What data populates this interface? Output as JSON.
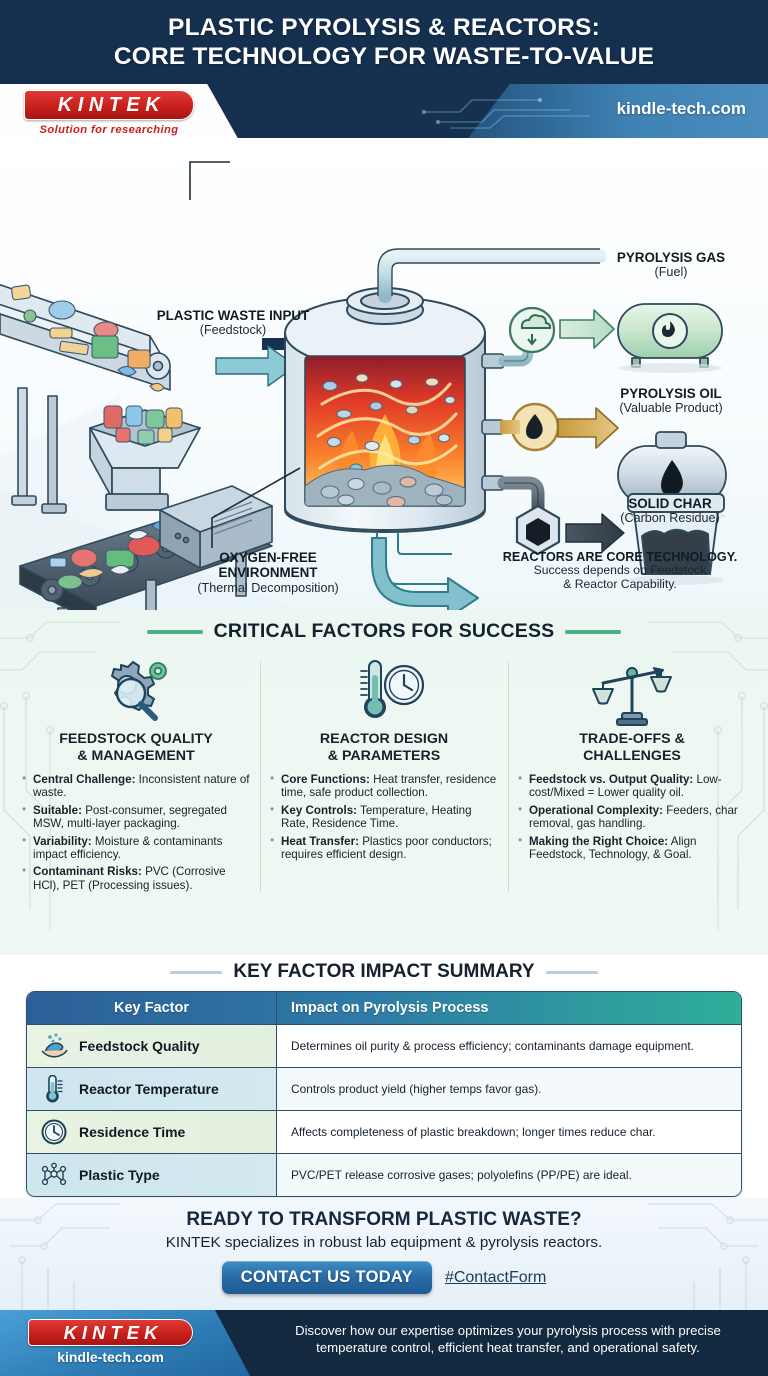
{
  "header": {
    "title_line1": "PLASTIC PYROLYSIS & REACTORS:",
    "title_line2": "CORE TECHNOLOGY FOR WASTE-TO-VALUE",
    "brand_name": "KINTEK",
    "brand_tagline": "Solution for researching",
    "site_url": "kindle-tech.com"
  },
  "diagram": {
    "input_label": "PLASTIC WASTE INPUT",
    "input_sub": "(Feedstock)",
    "oxygen_label_l1": "OXYGEN-FREE",
    "oxygen_label_l2": "ENVIRONMENT",
    "oxygen_sub": "(Thermal Decomposition)",
    "outputs": [
      {
        "label": "PYROLYSIS GAS",
        "sub": "(Fuel)",
        "icon": "flame-icon"
      },
      {
        "label": "PYROLYSIS OIL",
        "sub": "(Valuable Product)",
        "icon": "oil-drop-icon"
      },
      {
        "label": "SOLID CHAR",
        "sub": "(Carbon Residue)",
        "icon": "carbon-cube-icon"
      }
    ],
    "conclusion_l1": "REACTORS ARE CORE TECHNOLOGY.",
    "conclusion_l2": "Success depends on Feedstock",
    "conclusion_l3": "& Reactor Capability."
  },
  "factors": {
    "section_title": "CRITICAL FACTORS FOR SUCCESS",
    "columns": [
      {
        "icon": "gear-magnifier-icon",
        "title_l1": "FEEDSTOCK QUALITY",
        "title_l2": "& MANAGEMENT",
        "bullets": [
          {
            "lead": "Central Challenge:",
            "rest": " Inconsistent nature of waste."
          },
          {
            "lead": "Suitable:",
            "rest": " Post-consumer, segregated MSW, multi-layer packaging."
          },
          {
            "lead": "Variability:",
            "rest": " Moisture & contaminants impact efficiency."
          },
          {
            "lead": "Contaminant Risks:",
            "rest": " PVC (Corrosive HCl), PET (Processing issues)."
          }
        ]
      },
      {
        "icon": "thermometer-clock-icon",
        "title_l1": "REACTOR DESIGN",
        "title_l2": "& PARAMETERS",
        "bullets": [
          {
            "lead": "Core Functions:",
            "rest": " Heat transfer, residence time, safe product collection."
          },
          {
            "lead": "Key Controls:",
            "rest": " Temperature, Heating Rate, Residence Time."
          },
          {
            "lead": "Heat Transfer:",
            "rest": " Plastics poor conductors; requires efficient design."
          }
        ]
      },
      {
        "icon": "balance-scale-icon",
        "title_l1": "TRADE-OFFS &",
        "title_l2": "CHALLENGES",
        "bullets": [
          {
            "lead": "Feedstock vs. Output Quality:",
            "rest": " Low-cost/Mixed = Lower quality oil."
          },
          {
            "lead": "Operational Complexity:",
            "rest": " Feeders, char removal, gas handling."
          },
          {
            "lead": "Making the Right Choice:",
            "rest": " Align Feedstock, Technology, & Goal."
          }
        ]
      }
    ]
  },
  "table": {
    "section_title": "KEY FACTOR IMPACT SUMMARY",
    "headers": [
      "Key Factor",
      "Impact on Pyrolysis Process"
    ],
    "rows": [
      {
        "icon": "hand-quality-icon",
        "factor": "Feedstock Quality",
        "impact": "Determines oil purity & process efficiency; contaminants damage equipment."
      },
      {
        "icon": "thermometer-icon",
        "factor": "Reactor Temperature",
        "impact": "Controls product yield (higher temps favor gas)."
      },
      {
        "icon": "clock-icon",
        "factor": "Residence Time",
        "impact": "Affects completeness of plastic breakdown; longer times reduce char."
      },
      {
        "icon": "molecule-icon",
        "factor": "Plastic Type",
        "impact": "PVC/PET release corrosive gases; polyolefins (PP/PE) are ideal."
      }
    ]
  },
  "cta": {
    "heading": "READY TO TRANSFORM PLASTIC WASTE?",
    "subheading": "KINTEK specializes in robust lab equipment & pyrolysis reactors.",
    "button_label": "CONTACT US TODAY",
    "link_label": "#ContactForm"
  },
  "footer": {
    "brand_name": "KINTEK",
    "site_url": "kindle-tech.com",
    "text_l1": "Discover how our expertise optimizes your pyrolysis process with precise",
    "text_l2": "temperature control, efficient heat transfer, and operational safety."
  },
  "colors": {
    "header_navy": "#16304f",
    "brand_red": "#c8201c",
    "accent_green": "#49b08a",
    "accent_blue": "#2a6ca6",
    "table_header_from": "#2c5f99",
    "table_header_to": "#2fae9a"
  }
}
